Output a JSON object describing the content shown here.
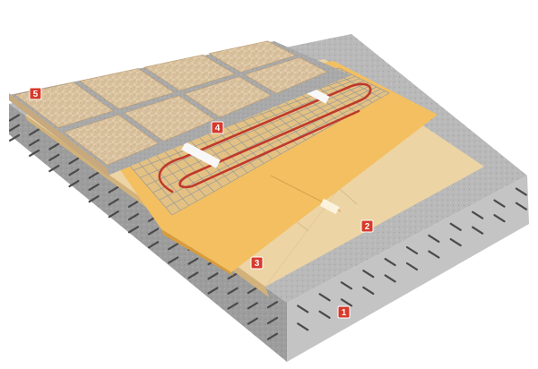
{
  "diagram": {
    "layers": [
      {
        "number": "1",
        "material": "concrete-slab",
        "color": "#b8b8b8"
      },
      {
        "number": "2",
        "material": "insulation-board",
        "color": "#efd6a6"
      },
      {
        "number": "3",
        "material": "foil-insulation",
        "color": "#f4c062"
      },
      {
        "number": "4",
        "material": "heating-cable-on-mesh",
        "color": "#c0392b"
      },
      {
        "number": "5",
        "material": "ceramic-tiles",
        "color": "#dcc6a6"
      }
    ],
    "badge_color": "#d73a2b"
  }
}
